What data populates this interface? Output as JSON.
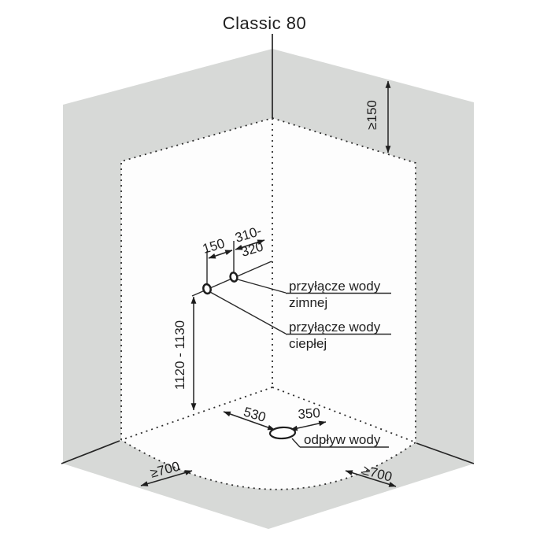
{
  "title": "Classic 80",
  "colors": {
    "wall": "#d7d9d7",
    "panel": "#fdfdfd",
    "line": "#252525"
  },
  "connections": {
    "cold_label_line1": "przyłącze wody",
    "cold_label_line2": "zimnej",
    "hot_label_line1": "przyłącze wody",
    "hot_label_line2": "ciepłej",
    "drain_label": "odpływ wody"
  },
  "dimensions": {
    "top_wall_clearance": "≥150",
    "connection_spacing": "150",
    "corner_offset_line1": "310-",
    "corner_offset_line2": "320",
    "connection_height": "1120 - 1130",
    "drain_from_left": "530",
    "drain_from_corner": "350",
    "floor_clearance_left": "≥700",
    "floor_clearance_right": "≥700"
  }
}
